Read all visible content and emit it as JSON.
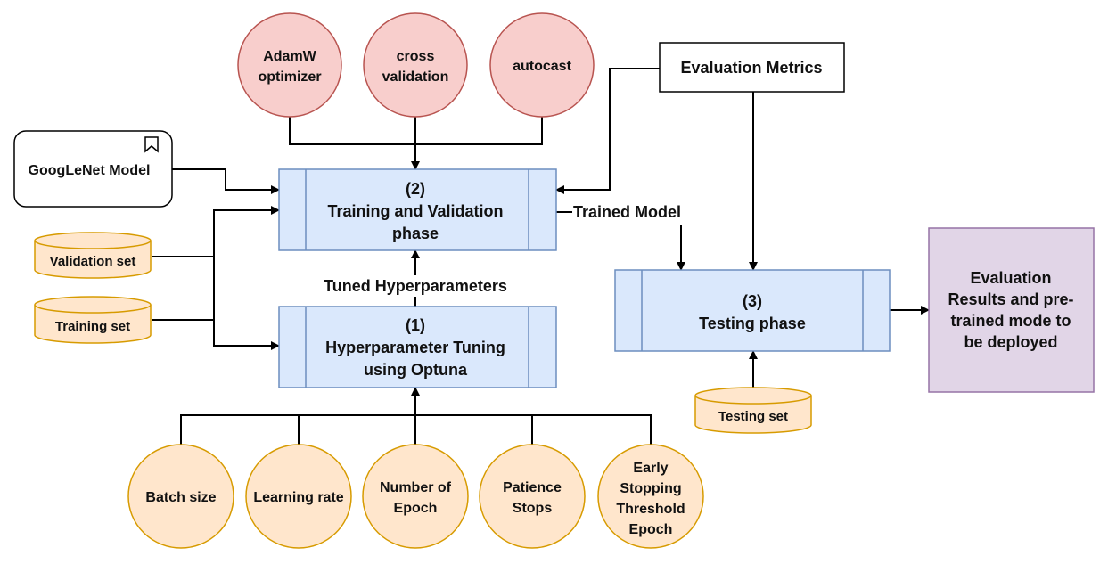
{
  "colors": {
    "red_fill": "#f8cecc",
    "red_stroke": "#b85450",
    "orange_fill": "#ffe6cc",
    "orange_stroke": "#d79b00",
    "blue_fill": "#dae8fc",
    "blue_stroke": "#6c8ebf",
    "purple_fill": "#e1d5e7",
    "purple_stroke": "#9673a6"
  },
  "optimizers": {
    "adamw": [
      "AdamW",
      "optimizer"
    ],
    "cross_validation": [
      "cross",
      "validation"
    ],
    "autocast": [
      "autocast"
    ]
  },
  "evaluation_metrics": "Evaluation Metrics",
  "model": "GoogLeNet  Model",
  "datasets": {
    "validation": "Validation set",
    "training": "Training set",
    "testing": "Testing set"
  },
  "phases": {
    "training": [
      "(2)",
      "Training and Validation",
      "phase"
    ],
    "tuning": [
      "(1)",
      "Hyperparameter Tuning",
      "using Optuna"
    ],
    "testing": [
      "(3)",
      "Testing phase"
    ]
  },
  "edge_labels": {
    "trained_model": "Trained Model",
    "tuned_hyperparameters": "Tuned Hyperparameters"
  },
  "result": [
    "Evaluation",
    "Results and pre-",
    "trained mode to",
    "be deployed"
  ],
  "hyperparameters": {
    "batch_size": [
      "Batch size"
    ],
    "learning_rate": [
      "Learning rate"
    ],
    "epochs": [
      "Number of",
      "Epoch"
    ],
    "patience": [
      "Patience",
      "Stops"
    ],
    "early_stopping": [
      "Early",
      "Stopping",
      "Threshold",
      "Epoch"
    ]
  }
}
